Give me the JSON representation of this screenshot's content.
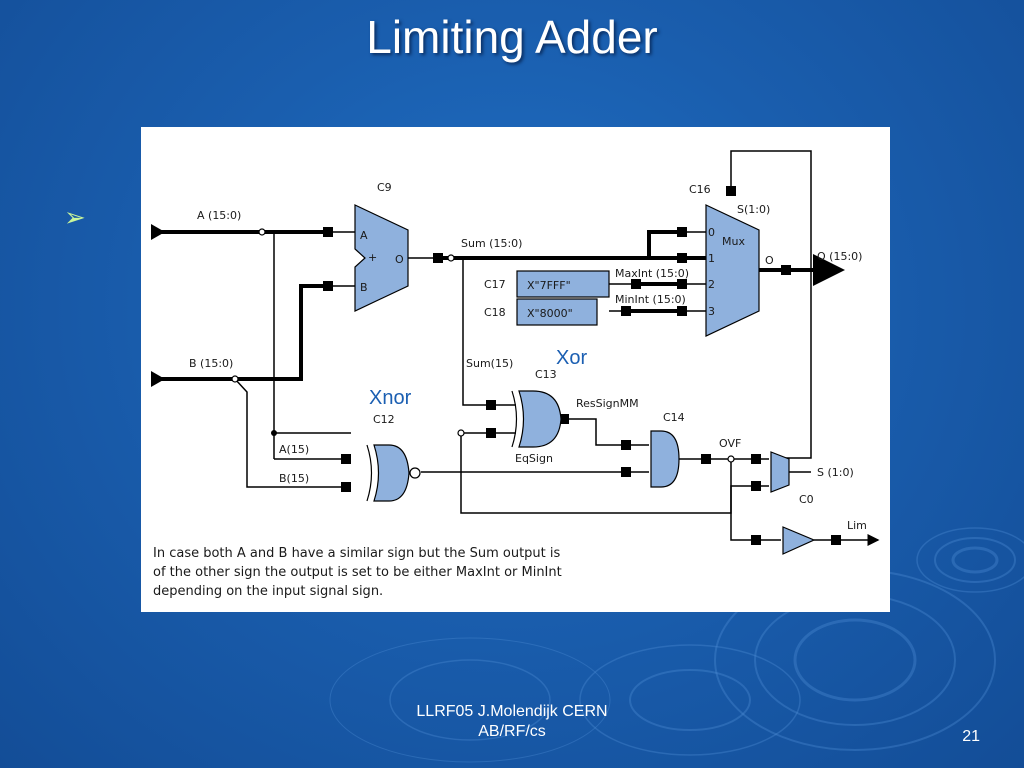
{
  "slide": {
    "title": "Limiting Adder",
    "bullet_glyph": "➢",
    "footer_line1": "LLRF05 J.Molendijk CERN",
    "footer_line2": "AB/RF/cs",
    "page_number": "21"
  },
  "diagram": {
    "signals": {
      "a_in": "A (15:0)",
      "b_in": "B (15:0)",
      "sum": "Sum (15:0)",
      "sum15": "Sum(15)",
      "a15": "A(15)",
      "b15": "B(15)",
      "maxint": "MaxInt (15:0)",
      "minint": "MinInt (15:0)",
      "ressignmm": "ResSignMM",
      "eqsign": "EqSign",
      "ovf": "OVF",
      "sel_top": "S(1:0)",
      "sel_c0": "S (1:0)",
      "out": "O (15:0)",
      "lim": "Lim"
    },
    "components": {
      "c9": "C9",
      "c16": "C16",
      "c17": "C17",
      "c18": "C18",
      "c13": "C13",
      "c12": "C12",
      "c14": "C14",
      "c0": "C0",
      "adder_a": "A",
      "adder_b": "B",
      "adder_o": "O",
      "adder_plus": "+",
      "mux": "Mux",
      "mux_o": "O",
      "mux_in0": "0",
      "mux_in1": "1",
      "mux_in2": "2",
      "mux_in3": "3",
      "const_max": "X\"7FFF\"",
      "const_min": "X\"8000\""
    },
    "annotations": {
      "xor": "Xor",
      "xnor": "Xnor",
      "caption_line1": "In case both A and B have a similar sign but the Sum output is",
      "caption_line2": "of the other sign the output is set to be either MaxInt or MinInt",
      "caption_line3": "depending on the input signal sign."
    },
    "colors": {
      "component_fill": "#8fb1dd",
      "wire": "#000000",
      "annotation": "#1b5fb2"
    }
  }
}
